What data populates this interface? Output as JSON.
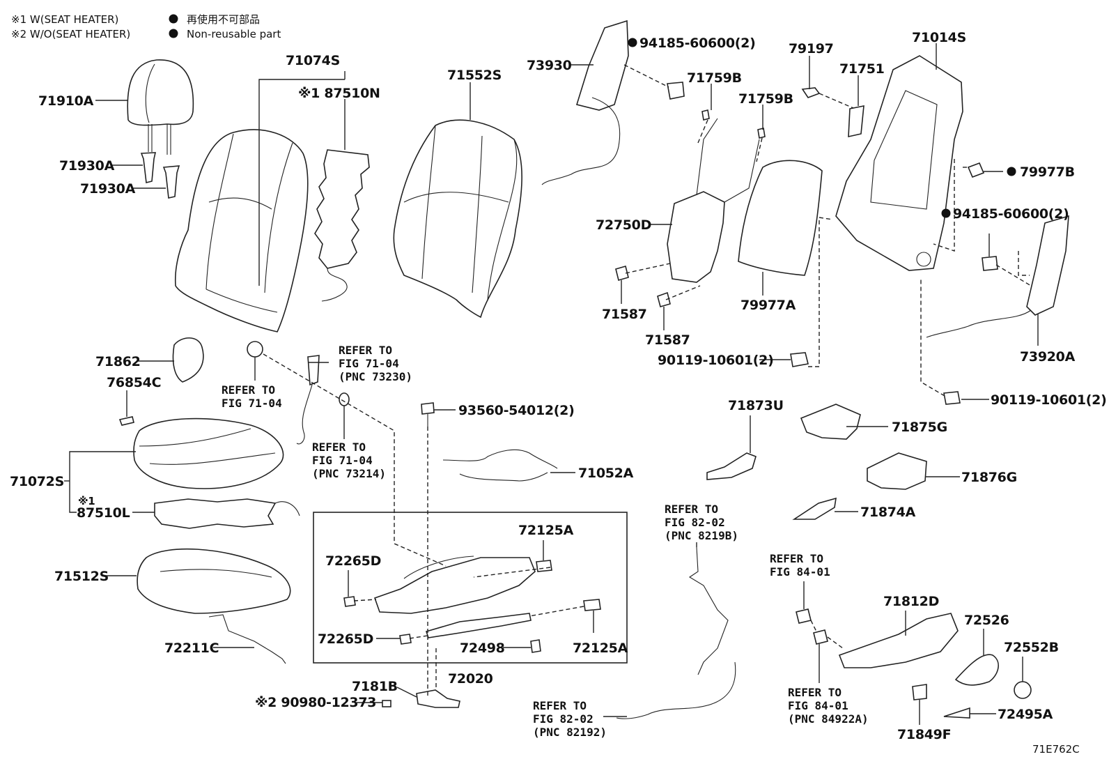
{
  "legend": {
    "note1": "※1 W(SEAT HEATER)",
    "note2": "※2 W/O(SEAT HEATER)",
    "nonreusable_jp": "再使用不可部品",
    "nonreusable_en": "Non-reusable part"
  },
  "parts": {
    "p71910A": "71910A",
    "p71930A_1": "71930A",
    "p71930A_2": "71930A",
    "p71074S": "71074S",
    "p87510N": "※1 87510N",
    "p71552S": "71552S",
    "p73930": "73930",
    "p94185_1": "94185-60600(2)",
    "p71759B_1": "71759B",
    "p71759B_2": "71759B",
    "p79197": "79197",
    "p71751": "71751",
    "p71014S": "71014S",
    "p79977B": "79977B",
    "p94185_2": "94185-60600(2)",
    "p72750D": "72750D",
    "p71587_1": "71587",
    "p71587_2": "71587",
    "p79977A": "79977A",
    "p90119_1": "90119-10601(2)",
    "p73920A": "73920A",
    "p90119_2": "90119-10601(2)",
    "p71862": "71862",
    "p76854C": "76854C",
    "p71072S": "71072S",
    "p87510L_mark": "※1",
    "p87510L": "87510L",
    "p71512S": "71512S",
    "p72211C": "72211C",
    "p93560": "93560-54012(2)",
    "p71052A": "71052A",
    "p71873U": "71873U",
    "p71875G": "71875G",
    "p71876G": "71876G",
    "p71874A": "71874A",
    "p72125A_1": "72125A",
    "p72265D_1": "72265D",
    "p72265D_2": "72265D",
    "p72498": "72498",
    "p72125A_2": "72125A",
    "p72020": "72020",
    "p7181B": "7181B",
    "p90980": "※2 90980-12373",
    "p71812D": "71812D",
    "p72526": "72526",
    "p72552B": "72552B",
    "p72495A": "72495A",
    "p71849F": "71849F"
  },
  "refs": {
    "r1": [
      "REFER TO",
      "FIG 71-04",
      "(PNC 73230)"
    ],
    "r2": [
      "REFER TO",
      "FIG 71-04"
    ],
    "r3": [
      "REFER TO",
      "FIG 71-04",
      "(PNC 73214)"
    ],
    "r4": [
      "REFER TO",
      "FIG 82-02",
      "(PNC 8219B)"
    ],
    "r5": [
      "REFER TO",
      "FIG 84-01"
    ],
    "r6": [
      "REFER TO",
      "FIG 84-01",
      "(PNC 84922A)"
    ],
    "r7": [
      "REFER TO",
      "FIG 82-02",
      "(PNC 82192)"
    ]
  },
  "figure_code": "71E762C"
}
